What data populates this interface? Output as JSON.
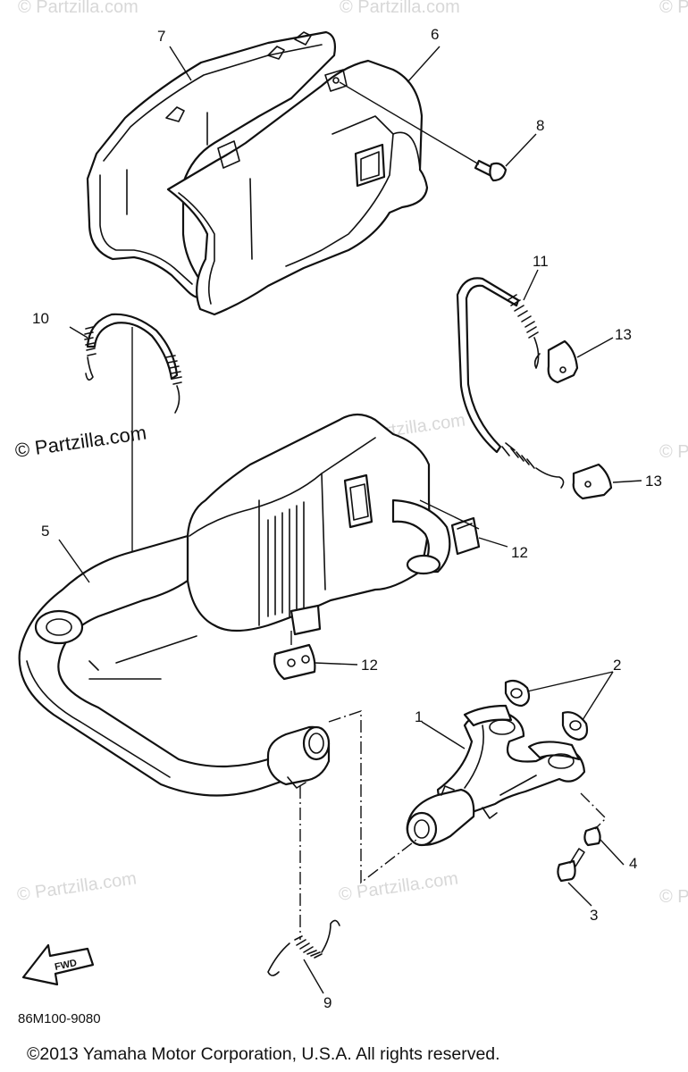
{
  "callouts": {
    "c1": "1",
    "c2": "2",
    "c3": "3",
    "c4": "4",
    "c5": "5",
    "c6": "6",
    "c7": "7",
    "c8": "8",
    "c9": "9",
    "c10": "10",
    "c11": "11",
    "c12a": "12",
    "c12b": "12",
    "c13a": "13",
    "c13b": "13"
  },
  "watermark_main": "© Partzilla.com",
  "watermark_faint": "© Partzilla.com",
  "fwd_label": "FWD",
  "diagram_code": "86M100-9080",
  "copyright": "©2013 Yamaha Motor Corporation, U.S.A. All rights reserved."
}
